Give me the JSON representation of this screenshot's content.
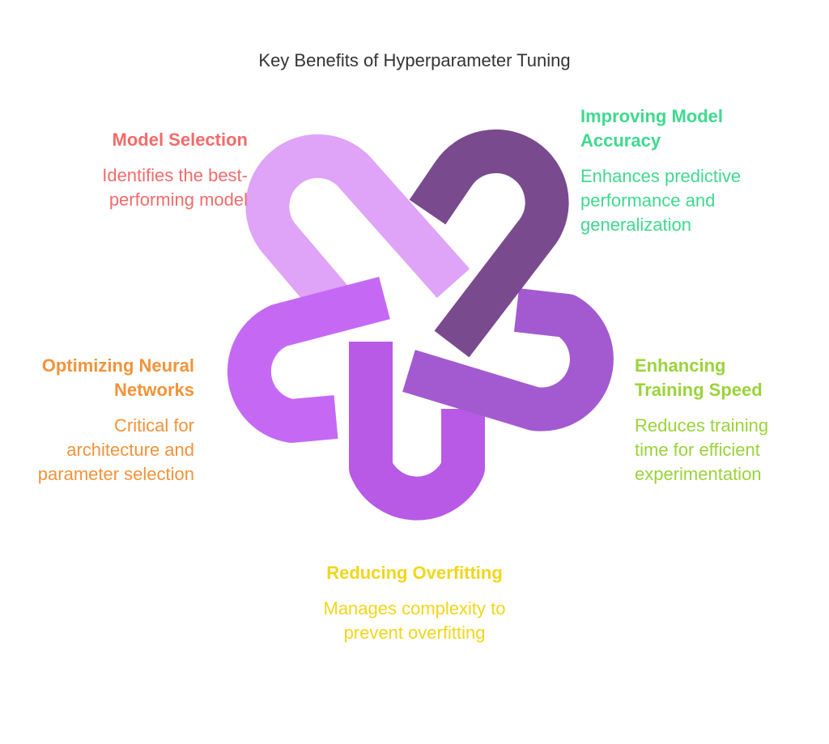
{
  "title": "Key Benefits of Hyperparameter Tuning",
  "benefits": [
    {
      "heading": "Model Selection",
      "description": "Identifies the best-performing model",
      "color": "#f26b6b"
    },
    {
      "heading": "Improving Model Accuracy",
      "description": "Enhances predictive performance and generalization",
      "color": "#3fd98e"
    },
    {
      "heading": "Enhancing Training Speed",
      "description": "Reduces training time for efficient experimentation",
      "color": "#9ad33a"
    },
    {
      "heading": "Reducing Overfitting",
      "description": "Manages complexity to prevent overfitting",
      "color": "#f2d61a"
    },
    {
      "heading": "Optimizing Neural Networks",
      "description": "Critical for architecture and parameter selection",
      "color": "#f2933a"
    }
  ],
  "links": {
    "light_violet": "#dfa3f7",
    "dark_purple": "#7a4a8e",
    "medium_purple": "#a35ad0",
    "bright_purple": "#c569f5",
    "orchid": "#b85ae6"
  }
}
